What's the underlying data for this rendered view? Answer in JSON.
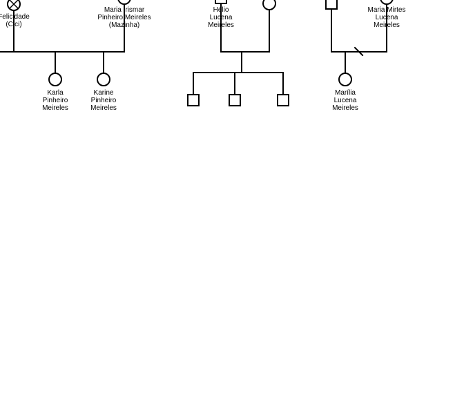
{
  "diagram": {
    "type": "genogram",
    "line_color": "#000000",
    "background": "#ffffff",
    "people": [
      {
        "id": "felicidade",
        "symbol": "circle-crossed",
        "lines": [
          "Felicidade",
          "(Cici)"
        ]
      },
      {
        "id": "maria-irismar",
        "symbol": "circle",
        "lines": [
          "Maria Irismar",
          "Pinheiro Meireles",
          "(Mazinha)"
        ]
      },
      {
        "id": "karla",
        "symbol": "circle",
        "lines": [
          "Karla",
          "Pinheiro",
          "Meireles"
        ]
      },
      {
        "id": "karine",
        "symbol": "circle",
        "lines": [
          "Karine",
          "Pinheiro",
          "Meireles"
        ]
      },
      {
        "id": "helio",
        "symbol": "square",
        "lines": [
          "Hélio",
          "Lucena",
          "Meireles"
        ]
      },
      {
        "id": "helio-spouse",
        "symbol": "circle",
        "lines": []
      },
      {
        "id": "helio-son-1",
        "symbol": "square",
        "lines": []
      },
      {
        "id": "helio-son-2",
        "symbol": "square",
        "lines": []
      },
      {
        "id": "helio-son-3",
        "symbol": "square",
        "lines": []
      },
      {
        "id": "mirtes-spouse",
        "symbol": "square",
        "lines": []
      },
      {
        "id": "maria-mirtes",
        "symbol": "circle",
        "lines": [
          "Maria Mirtes",
          "Lucena",
          "Meireles"
        ]
      },
      {
        "id": "marilia",
        "symbol": "circle",
        "lines": [
          "Marília",
          "Lucena",
          "Meireles"
        ]
      }
    ],
    "relationships": [
      {
        "type": "marriage",
        "partners": [
          "felicidade",
          "maria-irismar"
        ],
        "children": [
          "karla",
          "karine"
        ]
      },
      {
        "type": "marriage",
        "partners": [
          "helio",
          "helio-spouse"
        ],
        "children": [
          "helio-son-1",
          "helio-son-2",
          "helio-son-3"
        ]
      },
      {
        "type": "separation",
        "partners": [
          "mirtes-spouse",
          "maria-mirtes"
        ],
        "children": [
          "marilia"
        ]
      }
    ]
  }
}
